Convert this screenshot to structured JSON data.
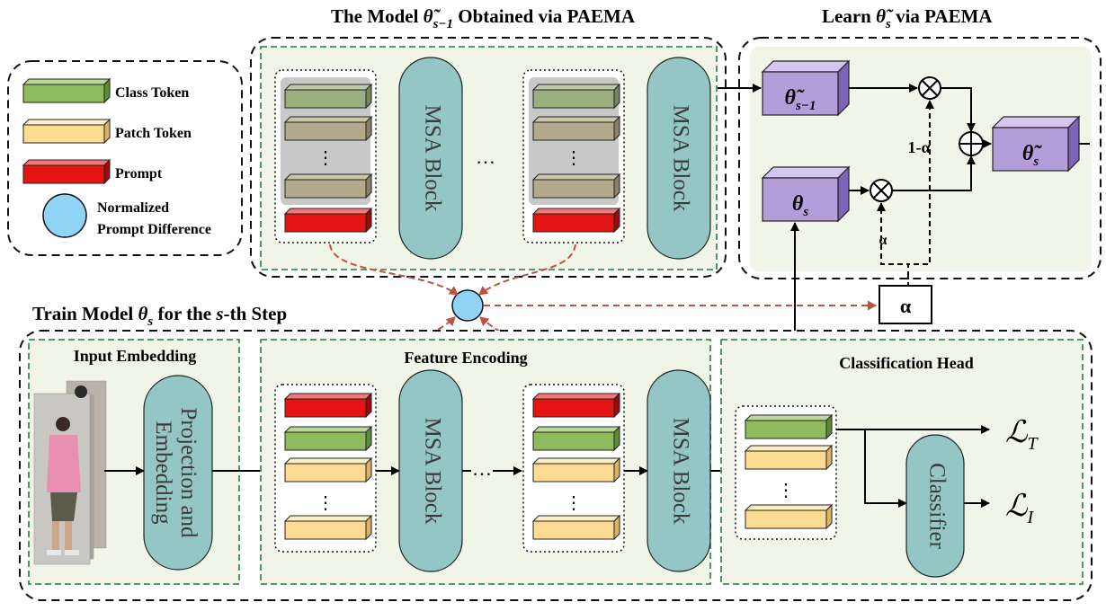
{
  "top_panel": {
    "title_prefix": "The Model ",
    "title_symbol": "θ̃",
    "title_subscript": "s−1",
    "title_suffix": " Obtained via PAEMA",
    "block_label": "MSA  Block",
    "ellipsis": "…",
    "vert_ellipsis": "⋮"
  },
  "learn_panel": {
    "title_prefix": "Learn ",
    "title_symbol": "θ̃",
    "title_subscript": "s",
    "title_suffix": " via PAEMA",
    "box_prev_symbol": "θ̃",
    "box_prev_sub": "s−1",
    "box_cur_symbol": "θ",
    "box_cur_sub": "s",
    "box_out_symbol": "θ̃",
    "box_out_sub": "s",
    "one_minus_alpha": "1-α",
    "alpha_label": "α",
    "times_symbol": "⊗",
    "plus_symbol": "⊕"
  },
  "legend": {
    "class_token": "Class Token",
    "patch_token": "Patch Token",
    "prompt": "Prompt",
    "npd_line1": "Normalized",
    "npd_line2": "Prompt Difference"
  },
  "alpha_box": "α",
  "train_panel": {
    "title_prefix": "Train Model ",
    "title_symbol": "θ",
    "title_subscript": "s",
    "title_mid": "  for the ",
    "title_italic": "s",
    "title_suffix": "-th Step",
    "input_embedding": "Input Embedding",
    "projection_label_1": "Projection and",
    "projection_label_2": "Embedding",
    "feature_encoding": "Feature Encoding",
    "classification_head": "Classification Head",
    "block_label": "MSA  Block",
    "classifier": "Classifier",
    "ellipsis": "…",
    "vert_ellipsis": "⋮",
    "loss_t_symbol": "ℒ",
    "loss_t_sub": "T",
    "loss_i_symbol": "ℒ",
    "loss_i_sub": "I"
  },
  "colors": {
    "panel_fill": "#f0f5e8",
    "green_dash": "#3d8a55",
    "teal_block": "#93c6c5",
    "class_green": "#8dbb5e",
    "patch_yellow": "#fcdc90",
    "prompt_red": "#e41414",
    "theta_purple": "#b39ddb",
    "npd_blue": "#8fd3f5",
    "arrow_red": "#c0503f"
  }
}
